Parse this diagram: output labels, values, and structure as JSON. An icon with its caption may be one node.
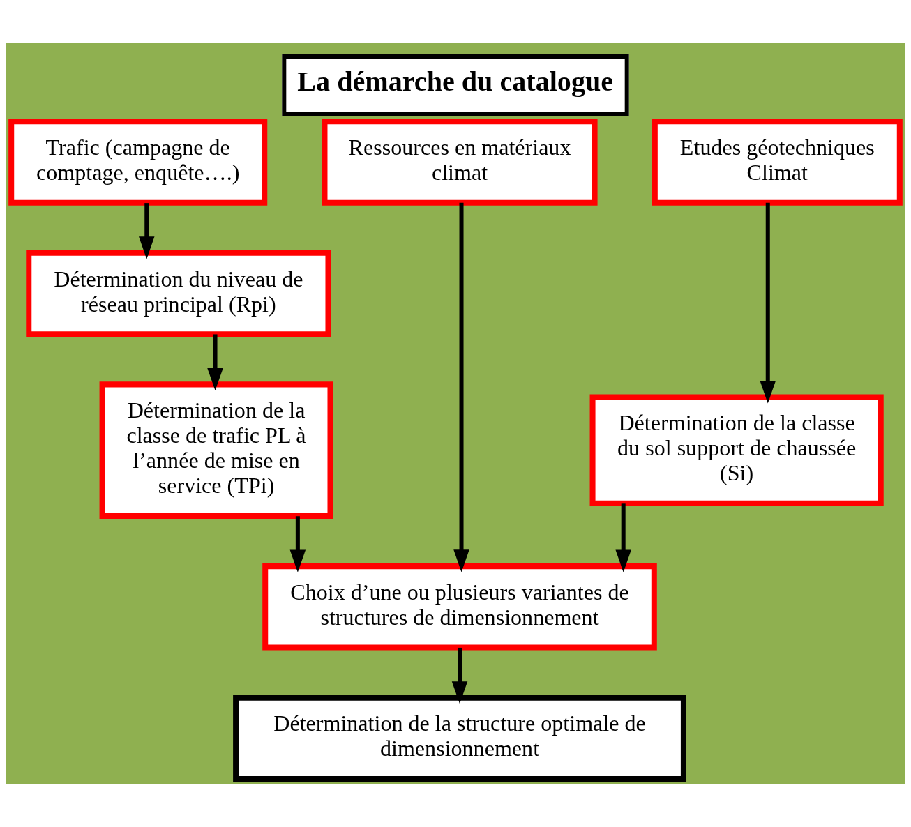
{
  "diagram": {
    "title": "La démarche du catalogue",
    "nodes": [
      {
        "text": [
          "Trafic (campagne de comptage, enquête….)"
        ]
      },
      {
        "text": [
          "Ressources en matériaux climat"
        ]
      },
      {
        "text": [
          "Etudes géotechniques Climat"
        ]
      },
      {
        "text": [
          "Détermination du niveau de réseau principal (Rpi)"
        ]
      },
      {
        "text": [
          "Détermination de la classe de trafic PL à l’année de mise en service (TPi)"
        ]
      },
      {
        "text": [
          "Détermination de la classe du sol support de chaussée (Si)"
        ]
      },
      {
        "text": [
          "Choix d’une ou plusieurs variantes de structures de dimensionnement"
        ]
      },
      {
        "text": [
          "Détermination de la structure optimale de dimensionnement"
        ]
      }
    ],
    "edges": [
      {
        "from": 0,
        "to": 3,
        "arrow": "to"
      },
      {
        "from": 3,
        "to": 4,
        "arrow": "to"
      },
      {
        "from": 4,
        "to": 6,
        "arrow": "to"
      },
      {
        "from": 1,
        "to": 6,
        "arrow": "to"
      },
      {
        "from": 2,
        "to": 5,
        "arrow": "to"
      },
      {
        "from": 5,
        "to": 6,
        "arrow": "to"
      },
      {
        "from": 6,
        "to": 7,
        "arrow": "to"
      }
    ]
  }
}
